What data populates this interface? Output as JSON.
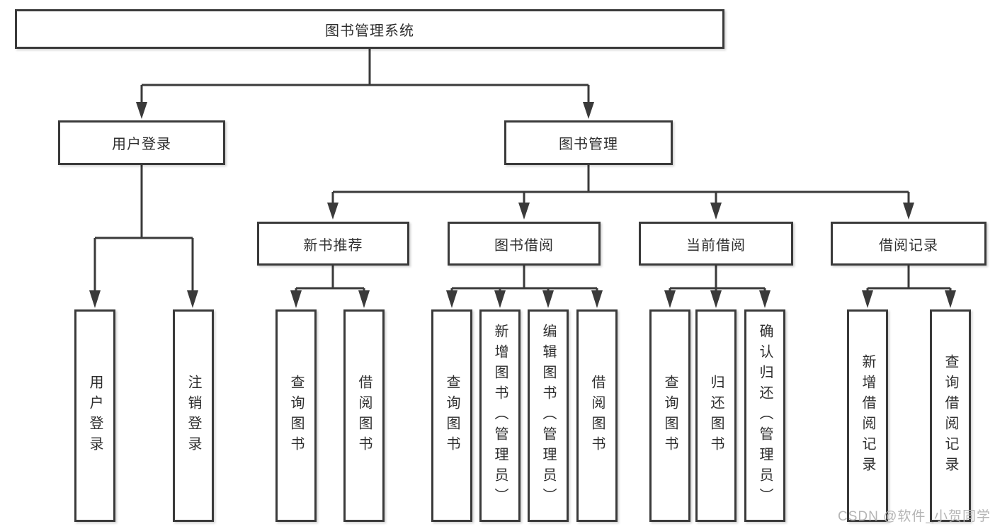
{
  "diagram": {
    "type": "hierarchy-flowchart",
    "root": {
      "label": "图书管理系统"
    },
    "branches": [
      {
        "label": "用户登录",
        "children": [
          {
            "label": "用户登录"
          },
          {
            "label": "注销登录"
          }
        ]
      },
      {
        "label": "图书管理",
        "children": [
          {
            "label": "新书推荐",
            "children": [
              {
                "label": "查询图书"
              },
              {
                "label": "借阅图书"
              }
            ]
          },
          {
            "label": "图书借阅",
            "children": [
              {
                "label": "查询图书"
              },
              {
                "label": "新增图书（管理员）"
              },
              {
                "label": "编辑图书（管理员）"
              },
              {
                "label": "借阅图书"
              }
            ]
          },
          {
            "label": "当前借阅",
            "children": [
              {
                "label": "查询图书"
              },
              {
                "label": "归还图书"
              },
              {
                "label": "确认归还（管理员）"
              }
            ]
          },
          {
            "label": "借阅记录",
            "children": [
              {
                "label": "新增借阅记录"
              },
              {
                "label": "查询借阅记录"
              }
            ]
          }
        ]
      }
    ]
  },
  "colors": {
    "line": "#3a3a3a",
    "box_border": "#3a3a3a",
    "box_fill": "#ffffff",
    "text": "#2f2f2f",
    "watermark": "#b5b5b5",
    "background": "#ffffff"
  },
  "watermark": {
    "text": "CSDN @软件_小贺同学"
  }
}
